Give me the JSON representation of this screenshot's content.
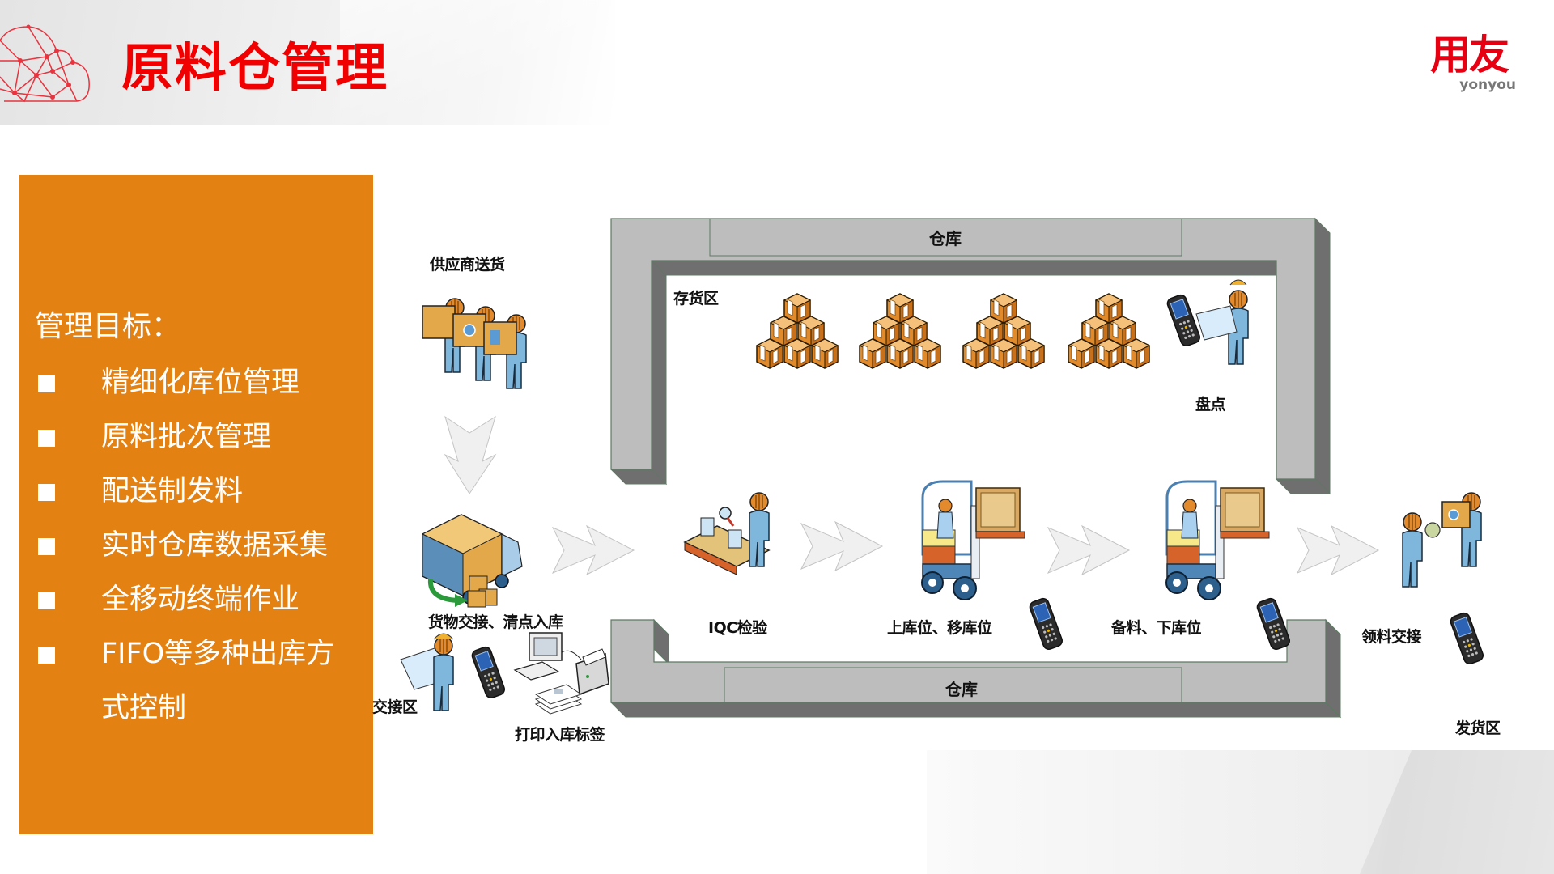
{
  "header": {
    "title": "原料仓管理",
    "title_color": "#f00000",
    "brand_cn": "用友",
    "brand_en": "yonyou",
    "brand_color": "#e60012"
  },
  "goals": {
    "panel_color": "#e38213",
    "heading": "管理目标：",
    "items": [
      {
        "text": "精细化库位管理"
      },
      {
        "text": "原料批次管理"
      },
      {
        "text": "配送制发料"
      },
      {
        "text": "实时仓库数据采集"
      },
      {
        "text": "全移动终端作业"
      },
      {
        "text": "FIFO等多种出库方",
        "continuation": "式控制"
      }
    ]
  },
  "diagram": {
    "wall_top_label": "仓库",
    "wall_bottom_label": "仓库",
    "zones": {
      "storage": "存货区",
      "handover": "交接区",
      "shipping": "发货区"
    },
    "steps": {
      "supplier_delivery": "供应商送货",
      "goods_handover": "货物交接、清点入库",
      "print_labels": "打印入库标签",
      "iqc": "IQC检验",
      "putaway": "上库位、移库位",
      "picking": "备料、下库位",
      "issue_handover": "领料交接",
      "stocktake": "盘点"
    },
    "icons": {
      "supplier": "workers-carrying-boxes-icon",
      "truck": "delivery-truck-icon",
      "inspector": "inspector-conveyor-icon",
      "forklift": "forklift-icon",
      "scanner": "handheld-scanner-icon",
      "computer": "computer-icon",
      "printer": "printer-icon",
      "boxes": "stacked-boxes-icon",
      "arrow": "flow-arrow-icon"
    },
    "colors": {
      "wall_face": "#bdbdbd",
      "wall_shadow": "#6f6f6f",
      "wall_edge": "#5d7a63",
      "box": "#e08a2c",
      "worker": "#7fb6dc",
      "arrow": "#f0f0f0"
    }
  }
}
